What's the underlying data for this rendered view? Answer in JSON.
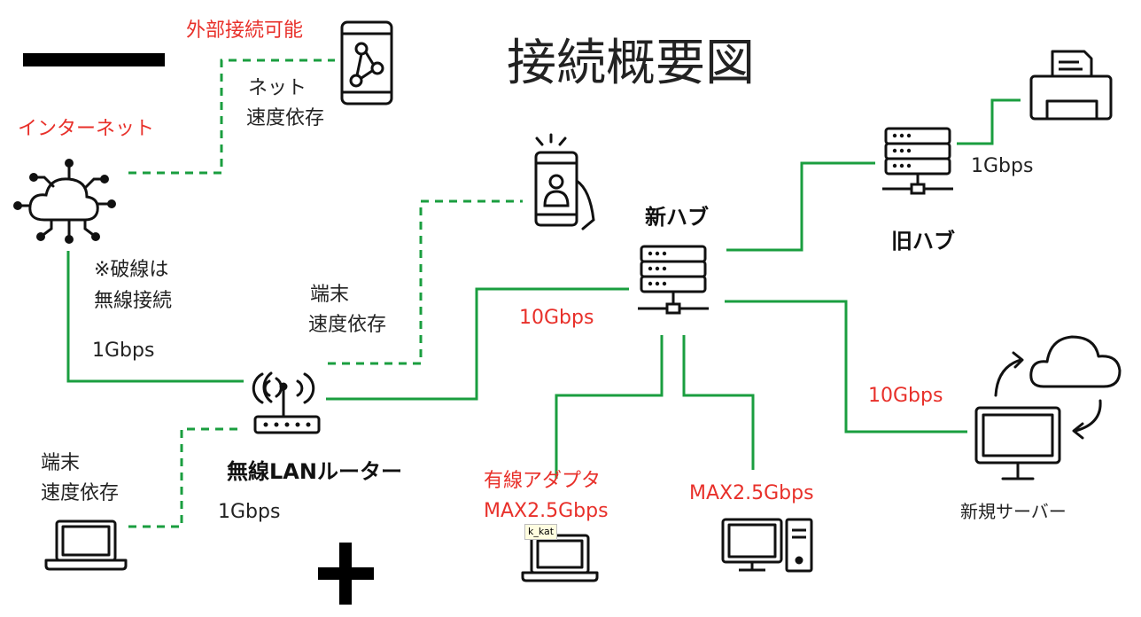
{
  "title": "接続概要図",
  "colors": {
    "line_green": "#1a9e3f",
    "text_red": "#e8302a",
    "text_black": "#222222"
  },
  "labels": {
    "external_connect": "外部接続可能",
    "internet": "インターネット",
    "net_speed_line1": "ネット",
    "net_speed_line2": "速度依存",
    "dashed_note_line1": "※破線は",
    "dashed_note_line2": "無線接続",
    "speed_1g_left": "1Gbps",
    "terminal_mid_line1": "端末",
    "terminal_mid_line2": "速度依存",
    "speed_10g_router": "10Gbps",
    "new_hub": "新ハブ",
    "old_hub": "旧ハブ",
    "speed_1g_oldhub": "1Gbps",
    "speed_10g_server": "10Gbps",
    "new_server": "新規サーバー",
    "terminal_left_line1": "端末",
    "terminal_left_line2": "速度依存",
    "wireless_router": "無線LANルーター",
    "speed_1g_router": "1Gbps",
    "wired_adapter_line1": "有線アダプタ",
    "wired_adapter_line2": "MAX2.5Gbps",
    "max_desktop": "MAX2.5Gbps",
    "tooltip_user": "k_kat"
  },
  "icons": {
    "cloud_network": "cloud-network-icon",
    "phone_share": "phone-share-icon",
    "phone_user": "phone-user-icon",
    "new_hub": "server-hub-icon",
    "old_hub": "server-hub-icon",
    "printer": "printer-icon",
    "router": "wifi-router-icon",
    "cloud_sync_monitor": "cloud-sync-monitor-icon",
    "laptop_left": "laptop-icon",
    "laptop_mid": "laptop-icon",
    "desktop_pc": "desktop-pc-icon",
    "plus": "plus-icon",
    "minus": "minus-bar-icon"
  }
}
